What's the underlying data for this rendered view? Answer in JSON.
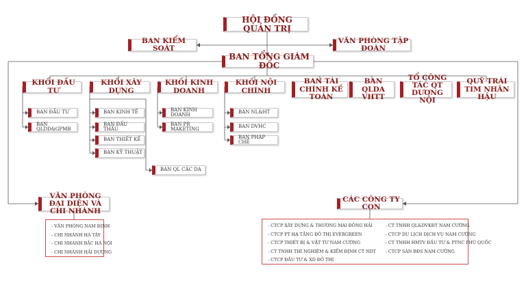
{
  "top": {
    "board": "HỘI ĐỒNG QUẢN TRỊ",
    "control": "BAN KIỂM SOÁT",
    "office": "VĂN PHÒNG TẬP ĐOÀN",
    "ceo": "BAN TỔNG GIÁM ĐỐC"
  },
  "blocks": {
    "dau_tu": {
      "title": "KHỐI ĐẦU TƯ",
      "items": [
        "BAN ĐẦU TƯ",
        "BAN QLDD&GPMB"
      ]
    },
    "xay_dung": {
      "title": "KHỐI XÂY DỰNG",
      "items": [
        "BAN KINH TẾ",
        "BAN ĐẤU THẦU",
        "BAN THIẾT KẾ",
        "BAN KỸ THUẬT"
      ],
      "extra": "BAN QL CÁC DA"
    },
    "kinh_doanh": {
      "title": "KHỐI KINH DOANH",
      "items": [
        "BAN KINH DOANH",
        "BAN PR MAKETING"
      ]
    },
    "noi_chinh": {
      "title": "KHỐI NỘI CHÍNH",
      "items": [
        "BAN NL&HT",
        "BAN DVHC",
        "BAN PHÁP CHẾ"
      ]
    },
    "tai_chinh": {
      "title": "BAN TÀI CHÍNH KẾ TOÁN"
    },
    "qlda": {
      "title": "BAN QLDA VHTT"
    },
    "cong_tac": {
      "title": "TỔ CÔNG TÁC QT DƯƠNG NỘI"
    },
    "quy": {
      "title": "QUỸ TRÁI TIM NHÂN HẬU"
    }
  },
  "bottom": {
    "rep": {
      "title": "VĂN PHÒNG ĐẠI DIỆN VÀ CHI NHÁNH",
      "items": [
        "- VĂN PHÒNG NAM ĐỊNH",
        "- CHI NHÁNH HÀ TÂY",
        "- CHI NHÁNH BẮC HÀ NỘI",
        "- CHI NHÁNH HẢI DƯƠNG"
      ]
    },
    "companies": {
      "title": "CÁC CÔNG TY CON",
      "left": [
        "- CTCP XÂY DỰNG & THƯƠNG MẠI ĐÔNG HẢI",
        "- CTCP PT HẠ TẦNG ĐÔ THỊ EVERGREEN",
        "- CTCP THIẾT BỊ & VẬT TƯ NAM CƯỜNG",
        "- CT TNHH THÍ NGHIỆM & KIỂM ĐỊNH CT NDT",
        "- CTCP ĐẦU TƯ & XD ĐÔ THỊ"
      ],
      "right": [
        "- CT TNHH QL&DVKĐT NAM CƯỜNG",
        "- CTCP DU LỊCH DỊCH VỤ NAM CƯỜNG",
        "- CT TNHH HMTV ĐẦU TƯ & PTNC PHÚ QUỐC",
        "- CTCP SÀN BĐS NAM CƯỜNG"
      ]
    }
  }
}
